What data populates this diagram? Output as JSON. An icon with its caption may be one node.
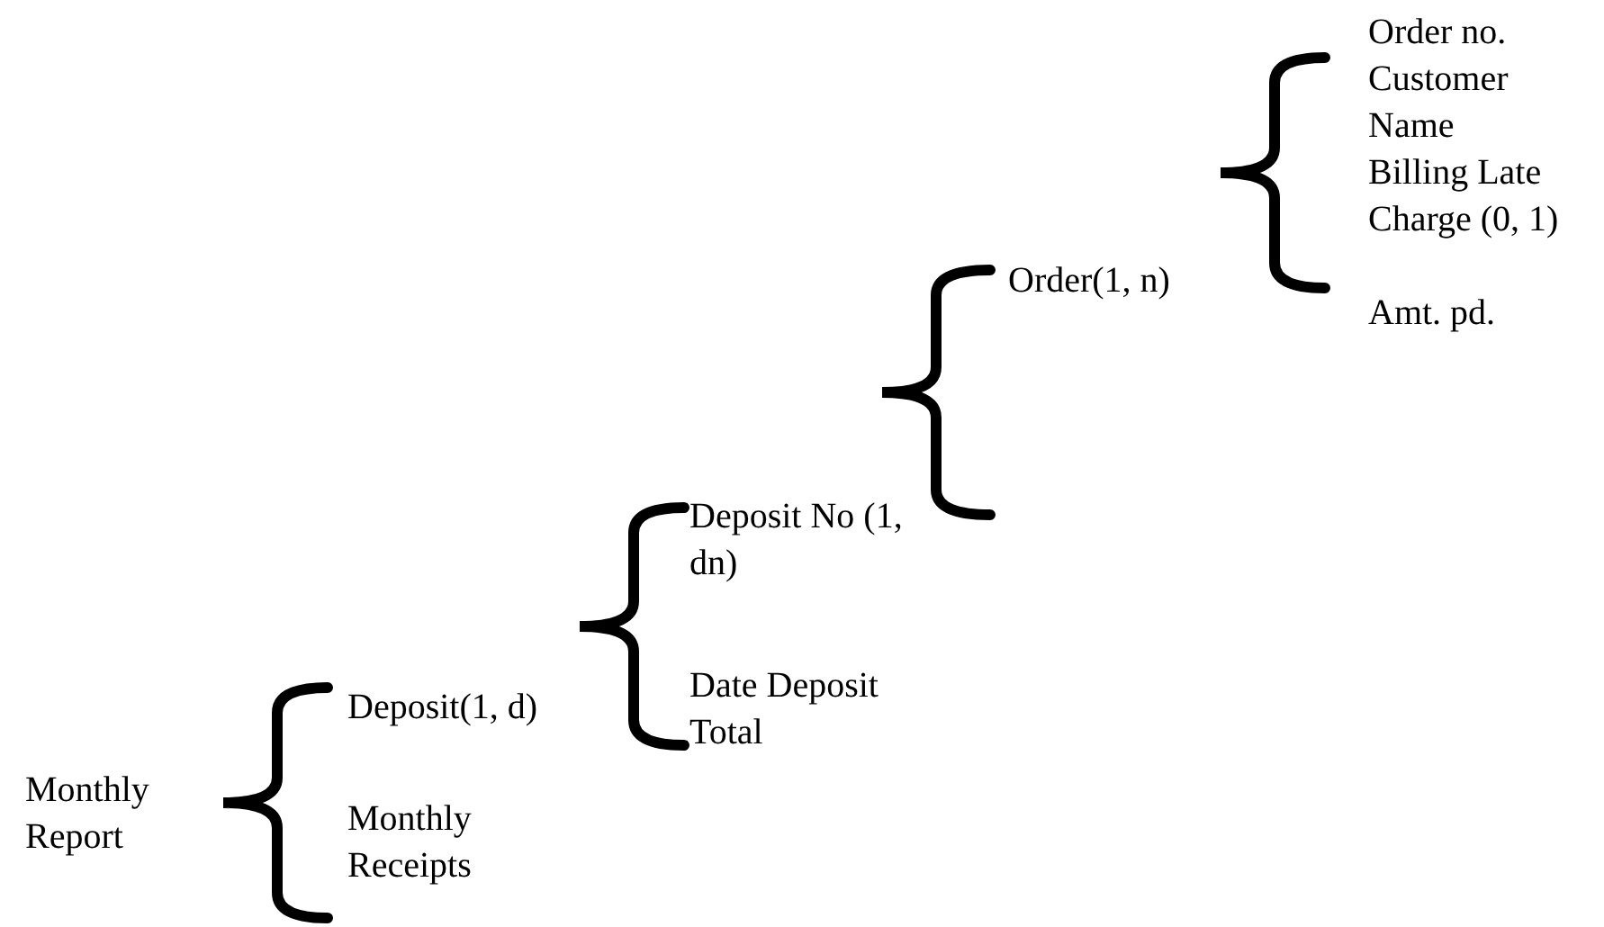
{
  "diagram": {
    "labels": [
      "Order no.",
      "Customer Name",
      "Billing Late Charge (0, 1)",
      "Amt. pd.",
      "Order(1, n)",
      "Deposit No (1, dn)",
      "Date Deposit",
      "Total",
      "Deposit(1, d)",
      "Monthly Report",
      "Monthly Receipts"
    ]
  }
}
